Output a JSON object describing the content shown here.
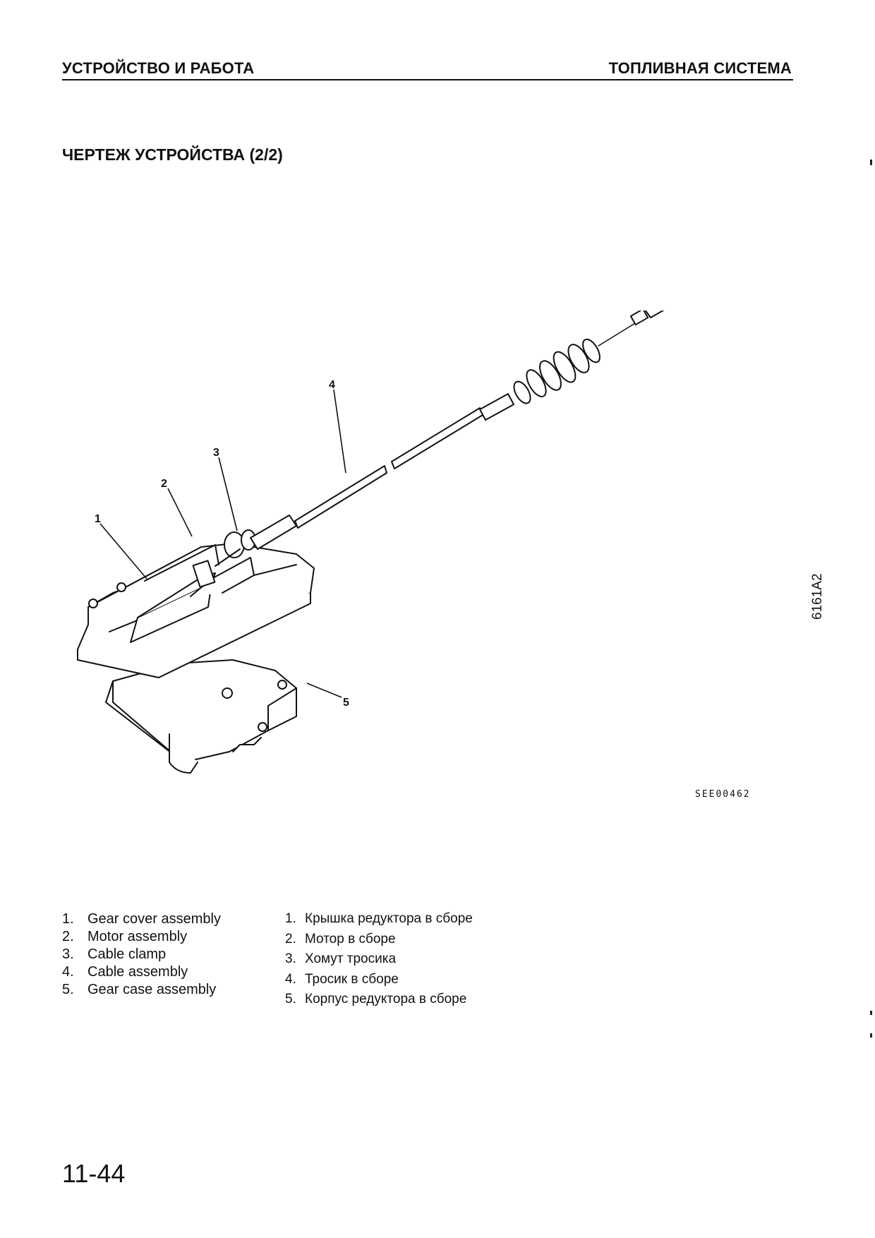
{
  "header": {
    "left": "УСТРОЙСТВО И РАБОТА",
    "right": "ТОПЛИВНАЯ СИСТЕМА"
  },
  "section_title": "ЧЕРТЕЖ УСТРОЙСТВА (2/2)",
  "figure": {
    "callouts": [
      "1",
      "2",
      "3",
      "4",
      "5"
    ],
    "side_code": "6161A2",
    "drawing_code": "SEE00462"
  },
  "legend_en": [
    {
      "num": "1.",
      "text": "Gear cover assembly"
    },
    {
      "num": "2.",
      "text": "Motor assembly"
    },
    {
      "num": "3.",
      "text": "Cable clamp"
    },
    {
      "num": "4.",
      "text": "Cable assembly"
    },
    {
      "num": "5.",
      "text": "Gear case assembly"
    }
  ],
  "legend_ru": [
    {
      "num": "1.",
      "text": "Крышка редуктора в сборе"
    },
    {
      "num": "2.",
      "text": "Мотор в сборе"
    },
    {
      "num": "3.",
      "text": "Хомут тросика"
    },
    {
      "num": "4.",
      "text": "Тросик в сборе"
    },
    {
      "num": "5.",
      "text": "Корпус редуктора в сборе"
    }
  ],
  "page_number": "11-44"
}
